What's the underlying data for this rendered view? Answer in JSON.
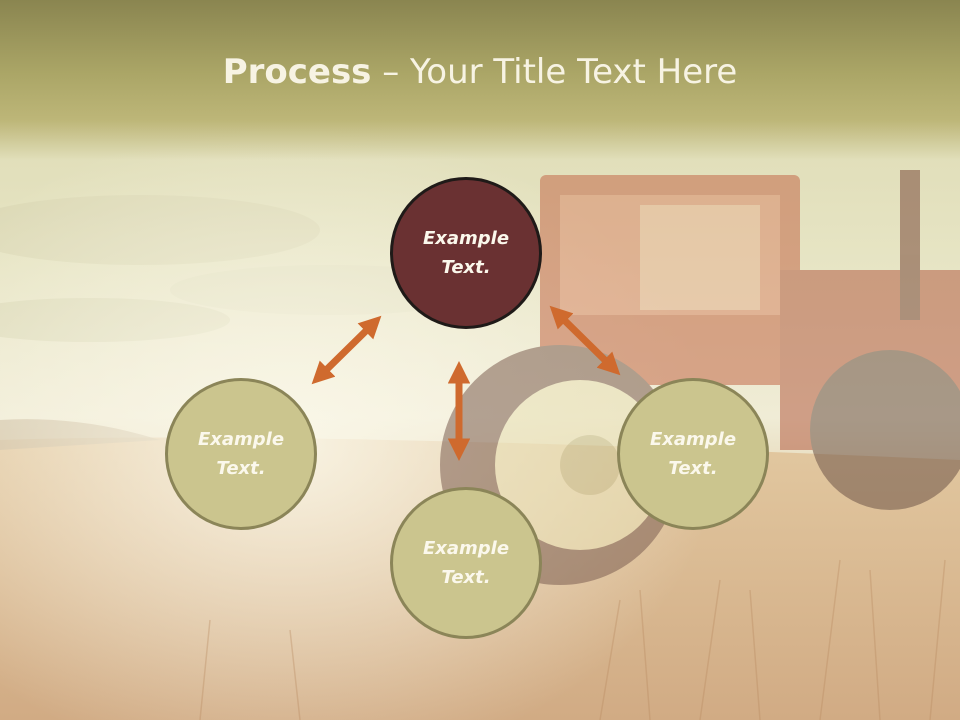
{
  "slide": {
    "title_bold": "Process",
    "title_rest": " – Your Title Text Here"
  },
  "cycle": {
    "top": {
      "label": "Example\nText."
    },
    "left": {
      "label": "Example\nText."
    },
    "right": {
      "label": "Example\nText."
    },
    "bottom": {
      "label": "Example\nText."
    }
  },
  "colors": {
    "title_band": "#aaa566",
    "highlight_circle": "#6a3132",
    "circle_fill": "#cbc58e",
    "circle_border": "#8b8558",
    "arrow": "#cf6a2e"
  }
}
